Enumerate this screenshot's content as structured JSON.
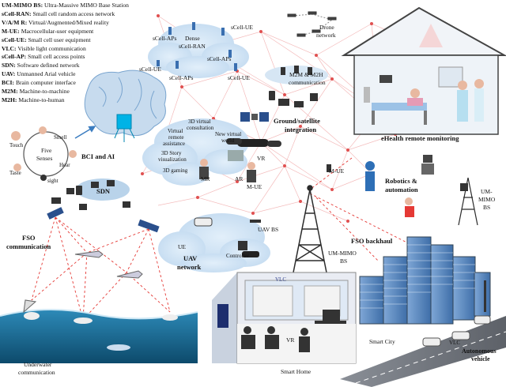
{
  "legend": [
    {
      "abbr": "UM-MIMO BS:",
      "desc": "Ultra-Massive MIMO Base Station"
    },
    {
      "abbr": "sCell-RAN:",
      "desc": "Small cell random access network"
    },
    {
      "abbr": "V/A/M R:",
      "desc": "Virtual/Augmented/Mixed reality"
    },
    {
      "abbr": "M-UE:",
      "desc": "Macrocellular-user equipment"
    },
    {
      "abbr": "sCell-UE:",
      "desc": "Small cell user equipment"
    },
    {
      "abbr": "VLC:",
      "desc": "Visible light communication"
    },
    {
      "abbr": "sCell-AP:",
      "desc": "Small cell access points"
    },
    {
      "abbr": "SDN:",
      "desc": "Software defined network"
    },
    {
      "abbr": "UAV:",
      "desc": "Unmanned Arial vehicle"
    },
    {
      "abbr": "BCI:",
      "desc": "Brain computer interface"
    },
    {
      "abbr": "M2M:",
      "desc": "Machine-to-machine"
    },
    {
      "abbr": "M2H:",
      "desc": "Machine-to-human"
    }
  ],
  "labels": {
    "scell_ap_1": "sCell-APs",
    "dense_ran_1": "Dense",
    "dense_ran_2": "sCell-RAN",
    "scell_ue_top": "sCell-UE",
    "scell_ap_2": "sCell-APs",
    "scell_ue_left": "sCell-UE",
    "scell_ap_3": "sCell-APs",
    "scell_ue_bottom": "sCell-UE",
    "drone_1": "Drone",
    "drone_2": "network",
    "m2m_m2h": "M2M & M2H",
    "communication": "communication",
    "ground_sat_1": "Ground/satellite",
    "ground_sat_2": "integration",
    "ehealth": "eHealth remote monitoring",
    "touch": "Touch",
    "smell": "Smell",
    "five_1": "Five",
    "five_2": "Senses",
    "hear": "Hear",
    "taste": "Taste",
    "sight": "sight",
    "bci_ai": "BCI and AI",
    "virtual_remote_1": "Virtual",
    "virtual_remote_2": "remote",
    "virtual_remote_3": "assistance",
    "virtual_consult_1": "3D virtual",
    "virtual_consult_2": "consultation",
    "new_world_1": "New virtual",
    "new_world_2": "world",
    "story_1": "3D Story",
    "story_2": "visualization",
    "gaming": "3D gaming",
    "mr": "MR",
    "ar": "AR",
    "vr_top": "VR",
    "m_ue_mid": "M-UE",
    "m_ue_right": "M-UE",
    "sdn": "SDN",
    "robotics_1": "Robotics &",
    "robotics_2": "automation",
    "um_mimo_right_1": "UM-",
    "um_mimo_right_2": "MIMO",
    "um_mimo_right_3": "BS",
    "fso": "FSO",
    "fso_comm": "communication",
    "uav_bs": "UAV BS",
    "ue": "UE",
    "controller": "Controller",
    "uav_net_1": "UAV",
    "uav_net_2": "network",
    "fso_backhaul": "FSO backhaul",
    "um_mimo_center_1": "UM-MIMO",
    "um_mimo_center_2": "BS",
    "vlc_home": "VLC",
    "vr_home": "VR",
    "smart_home": "Smart Home",
    "smart_city": "Smart City",
    "vlc_city": "VLC",
    "auto_1": "Autonomous",
    "auto_2": "vehicle",
    "underwater_1": "Underwater",
    "underwater_2": "communication"
  },
  "colors": {
    "network_line": "#f2a3a3",
    "network_node": "#e53935",
    "fso_dash": "#e53935",
    "cloud": "#cfe3f5",
    "tower": "#2b2b2b",
    "ocean": "#1f6f9c",
    "building": "#5b8bc4",
    "house_wall": "#e9ecf3",
    "hospital_wall": "#eef3f8",
    "brain": "#a9c6e2",
    "chip": "#00b3e6"
  }
}
